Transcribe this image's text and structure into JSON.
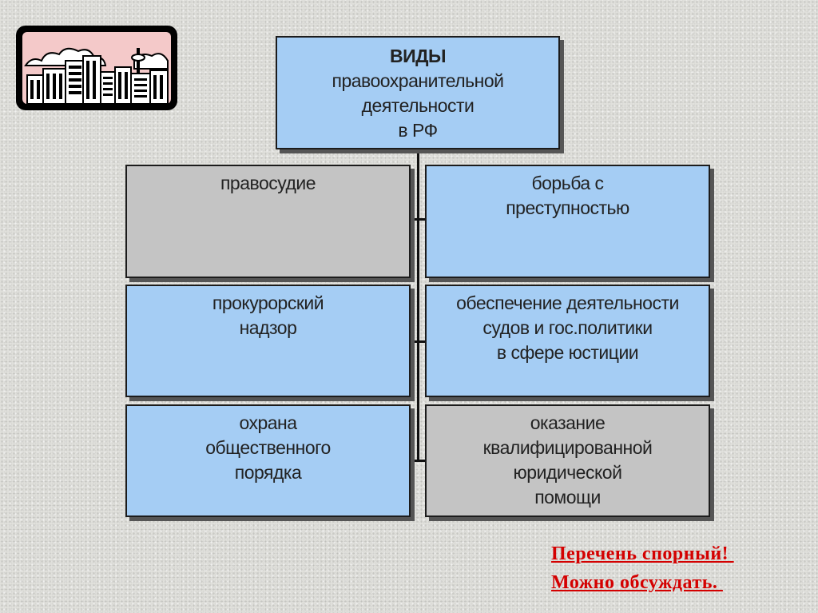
{
  "title_box": {
    "line1": "ВИДЫ",
    "line2": "правоохранительной",
    "line3": "деятельности",
    "line4": "в РФ"
  },
  "boxes": [
    {
      "lines": [
        "правосудие"
      ],
      "color": "#c4c4c4"
    },
    {
      "lines": [
        "борьба с",
        "преступностью"
      ],
      "color": "#a5cdf4"
    },
    {
      "lines": [
        "прокурорский",
        "надзор"
      ],
      "color": "#a5cdf4"
    },
    {
      "lines": [
        "обеспечение деятельности",
        "судов и гос.политики",
        "в сфере юстиции"
      ],
      "color": "#a5cdf4"
    },
    {
      "lines": [
        "охрана",
        "общественного",
        "порядка"
      ],
      "color": "#a5cdf4"
    },
    {
      "lines": [
        "оказание",
        "квалифицированной",
        "юридической",
        "помощи"
      ],
      "color": "#c4c4c4"
    }
  ],
  "note": {
    "line1": "Перечень спорный! ",
    "line2": "Можно обсуждать. "
  }
}
